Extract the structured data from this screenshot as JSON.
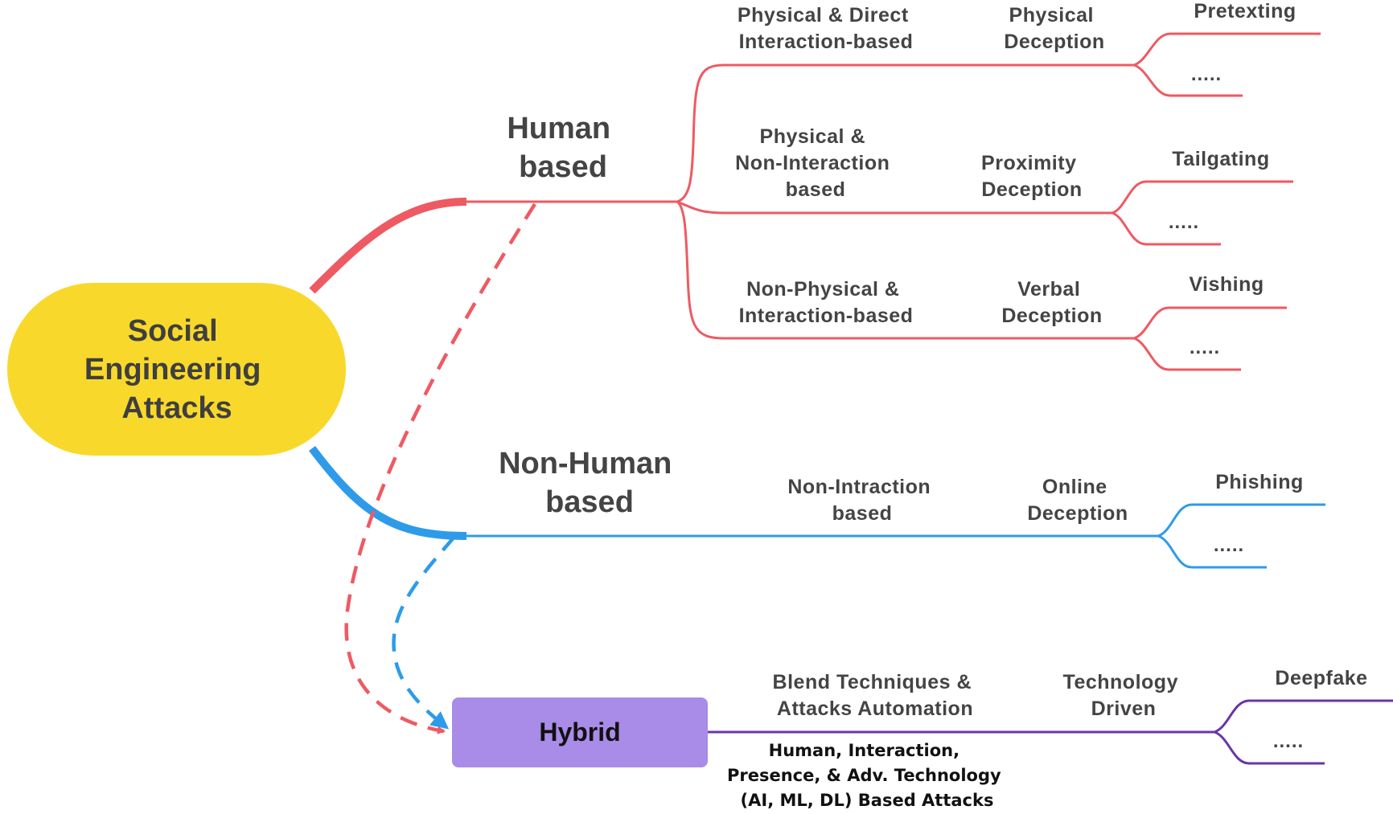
{
  "root": {
    "lines": [
      "Social",
      "Engineering",
      "Attacks"
    ],
    "color": "#F8D92B"
  },
  "colors": {
    "human": "#EE5A63",
    "nonhuman": "#2E9BEA",
    "hybrid": "#6A35A8",
    "hybrid_box": "#A98BE8",
    "text": "#444444"
  },
  "human": {
    "label": [
      "Human",
      "based"
    ],
    "branches": [
      {
        "category": [
          "Physical & Direct",
          "Interaction-based"
        ],
        "type": [
          "Physical",
          "Deception"
        ],
        "leaves": [
          "Pretexting",
          "....."
        ]
      },
      {
        "category": [
          "Physical &",
          "Non-Interaction",
          "based"
        ],
        "type": [
          "Proximity",
          "Deception"
        ],
        "leaves": [
          "Tailgating",
          "....."
        ]
      },
      {
        "category": [
          "Non-Physical &",
          "Interaction-based"
        ],
        "type": [
          "Verbal",
          "Deception"
        ],
        "leaves": [
          "Vishing",
          "....."
        ]
      }
    ]
  },
  "nonhuman": {
    "label": [
      "Non-Human",
      "based"
    ],
    "branches": [
      {
        "category": [
          "Non-Intraction",
          "based"
        ],
        "type": [
          "Online",
          "Deception"
        ],
        "leaves": [
          "Phishing",
          "....."
        ]
      }
    ]
  },
  "hybrid": {
    "label": "Hybrid",
    "branches": [
      {
        "category": [
          "Blend Techniques &",
          "Attacks Automation"
        ],
        "type": [
          "Technology",
          "Driven"
        ],
        "leaves": [
          "Deepfake",
          "....."
        ],
        "description": [
          "Human, Interaction,",
          "Presence, & Adv. Technology",
          "(AI, ML, DL) Based Attacks"
        ]
      }
    ]
  }
}
